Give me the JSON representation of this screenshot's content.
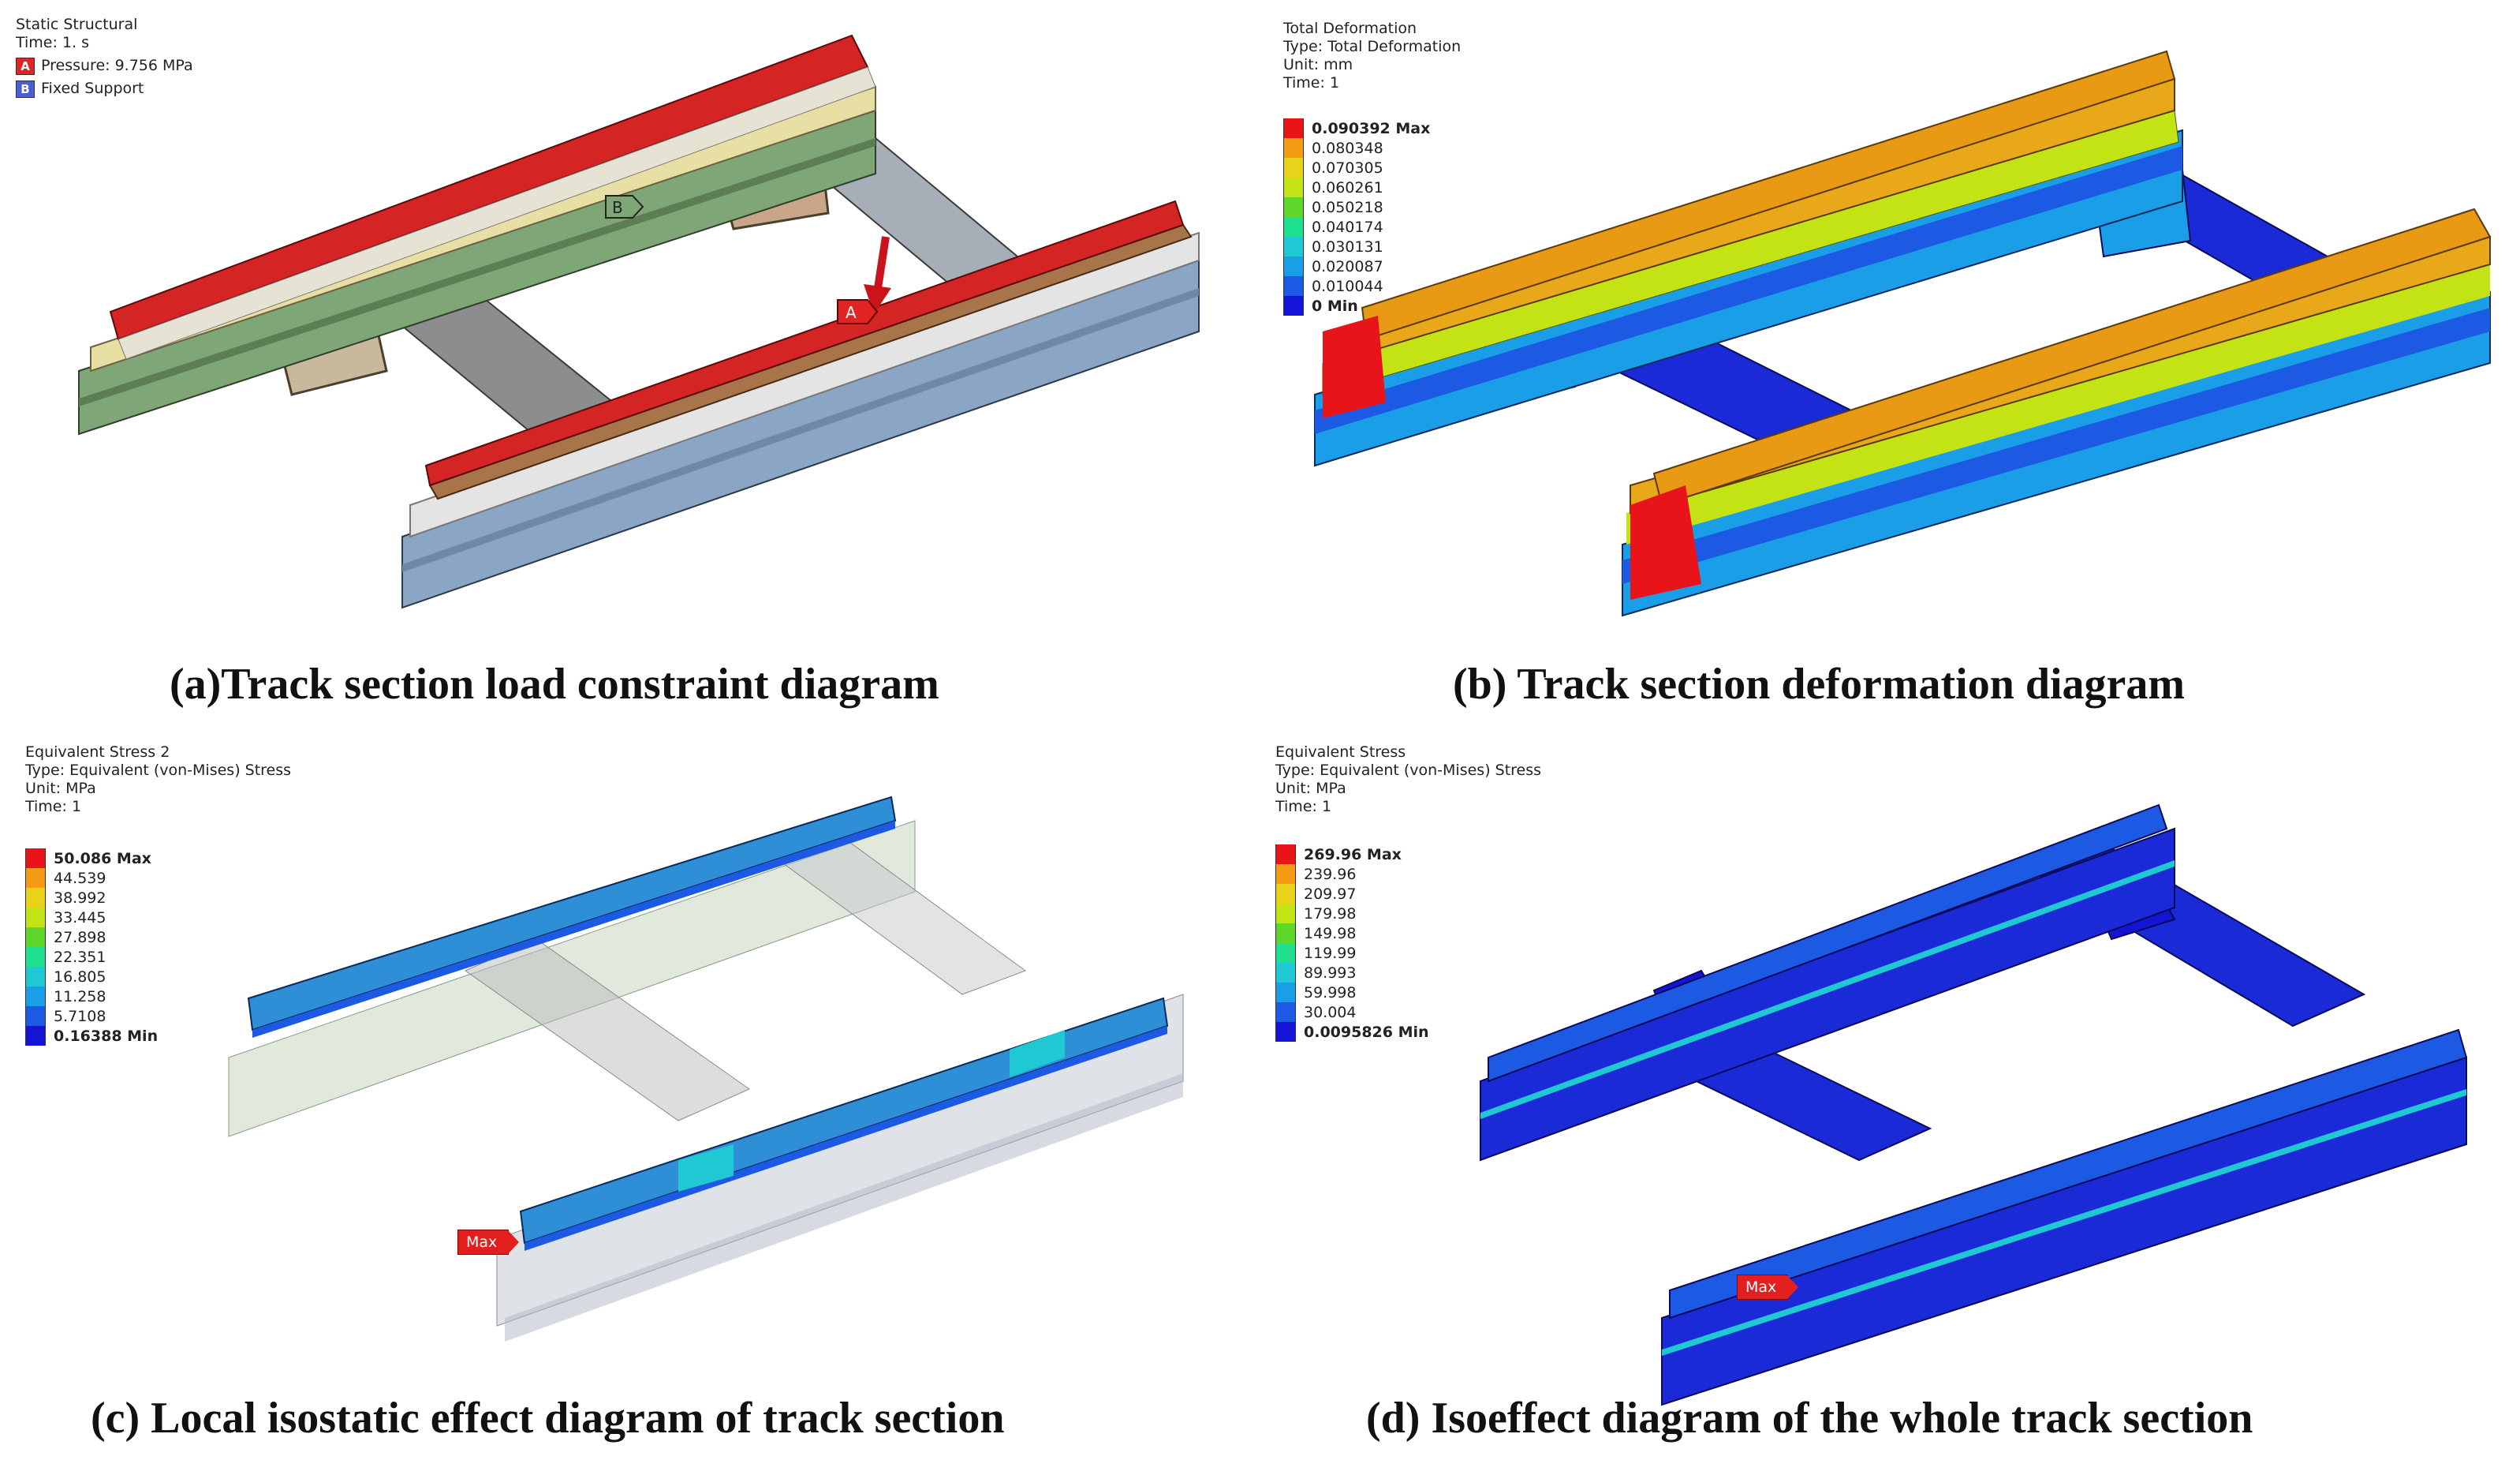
{
  "panels": {
    "a": {
      "info": {
        "title": "Static Structural",
        "time": "Time: 1. s",
        "conditions": [
          {
            "tag": "A",
            "label": "Pressure: 9.756 MPa",
            "color": "#e32424"
          },
          {
            "tag": "B",
            "label": "Fixed Support",
            "color": "#4a5fd6"
          }
        ]
      },
      "markers": {
        "a": "A",
        "b": "B"
      },
      "caption": "(a)Track section load constraint diagram"
    },
    "b": {
      "info": {
        "title": "Total Deformation",
        "type": "Type: Total Deformation",
        "unit": "Unit: mm",
        "time": "Time: 1"
      },
      "legend": [
        "0.090392 Max",
        "0.080348",
        "0.070305",
        "0.060261",
        "0.050218",
        "0.040174",
        "0.030131",
        "0.020087",
        "0.010044",
        "0 Min"
      ],
      "caption": "(b) Track section deformation diagram"
    },
    "c": {
      "info": {
        "title": "Equivalent Stress 2",
        "type": "Type: Equivalent (von-Mises) Stress",
        "unit": "Unit: MPa",
        "time": "Time: 1"
      },
      "legend": [
        "50.086 Max",
        "44.539",
        "38.992",
        "33.445",
        "27.898",
        "22.351",
        "16.805",
        "11.258",
        "5.7108",
        "0.16388 Min"
      ],
      "max_label": "Max",
      "caption": "(c) Local isostatic effect diagram of track section"
    },
    "d": {
      "info": {
        "title": "Equivalent Stress",
        "type": "Type: Equivalent (von-Mises) Stress",
        "unit": "Unit: MPa",
        "time": "Time: 1"
      },
      "legend": [
        "269.96 Max",
        "239.96",
        "209.97",
        "179.98",
        "149.98",
        "119.99",
        "89.993",
        "59.998",
        "30.004",
        "0.0095826 Min"
      ],
      "max_label": "Max",
      "caption": "(d) Isoeffect diagram of the whole track section"
    }
  },
  "colors": {
    "legend_scale": [
      "#e8141a",
      "#f59a14",
      "#e8d21a",
      "#c4e314",
      "#5fd62a",
      "#1fe08e",
      "#1fc8d2",
      "#1a9ee8",
      "#1d5ae3",
      "#1414d6"
    ],
    "rack_red": "#d42424",
    "rail_green": "#7fa676",
    "rail_blue": "#8aa6c4",
    "deep_blue": "#1a2ad6",
    "stress_blue": "#2f8fd6"
  }
}
